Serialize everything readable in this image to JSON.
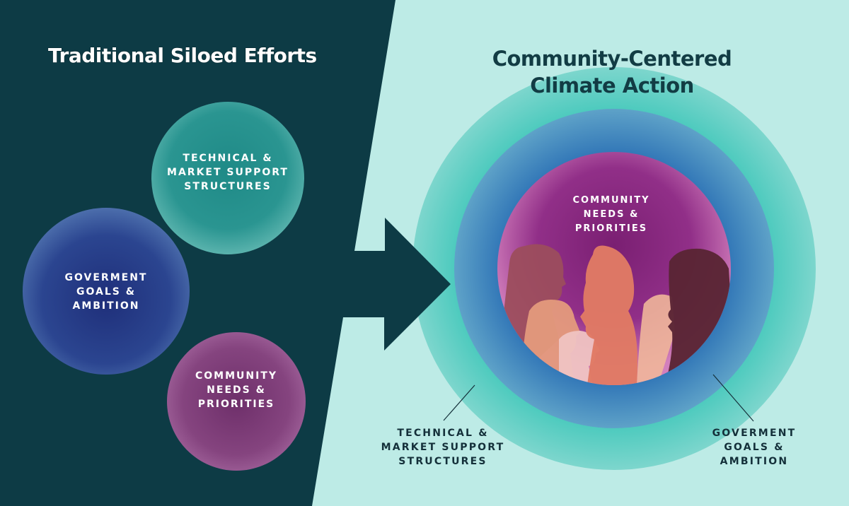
{
  "colors": {
    "left_panel": "#0d3b45",
    "right_panel": "#bdebe6",
    "teal_bubble": "#2a8f8c",
    "blue_bubble": "#2b4a8f",
    "purple_bubble": "#7a3e78",
    "outer_ring": "#4fcfc2",
    "middle_ring": "#3a86bd",
    "inner_circle": "#8e2e8a",
    "dark_text": "#14303a"
  },
  "left_panel": {
    "title": "Traditional Siloed Efforts",
    "bubbles": [
      {
        "id": "technical",
        "lines": [
          "TECHNICAL &",
          "MARKET SUPPORT",
          "STRUCTURES"
        ]
      },
      {
        "id": "government",
        "lines": [
          "GOVERMENT",
          "GOALS &",
          "AMBITION"
        ]
      },
      {
        "id": "community",
        "lines": [
          "COMMUNITY",
          "NEEDS &",
          "PRIORITIES"
        ]
      }
    ]
  },
  "arrow": {
    "icon": "right-arrow-icon"
  },
  "right_panel": {
    "title_line1": "Community-Centered",
    "title_line2": "Climate Action",
    "center": {
      "lines": [
        "COMMUNITY",
        "NEEDS &",
        "PRIORITIES"
      ],
      "illustration": "people-silhouettes"
    },
    "outer_label": {
      "lines": [
        "TECHNICAL &",
        "MARKET SUPPORT",
        "STRUCTURES"
      ]
    },
    "middle_label": {
      "lines": [
        "GOVERMENT",
        "GOALS &",
        "AMBITION"
      ]
    }
  }
}
